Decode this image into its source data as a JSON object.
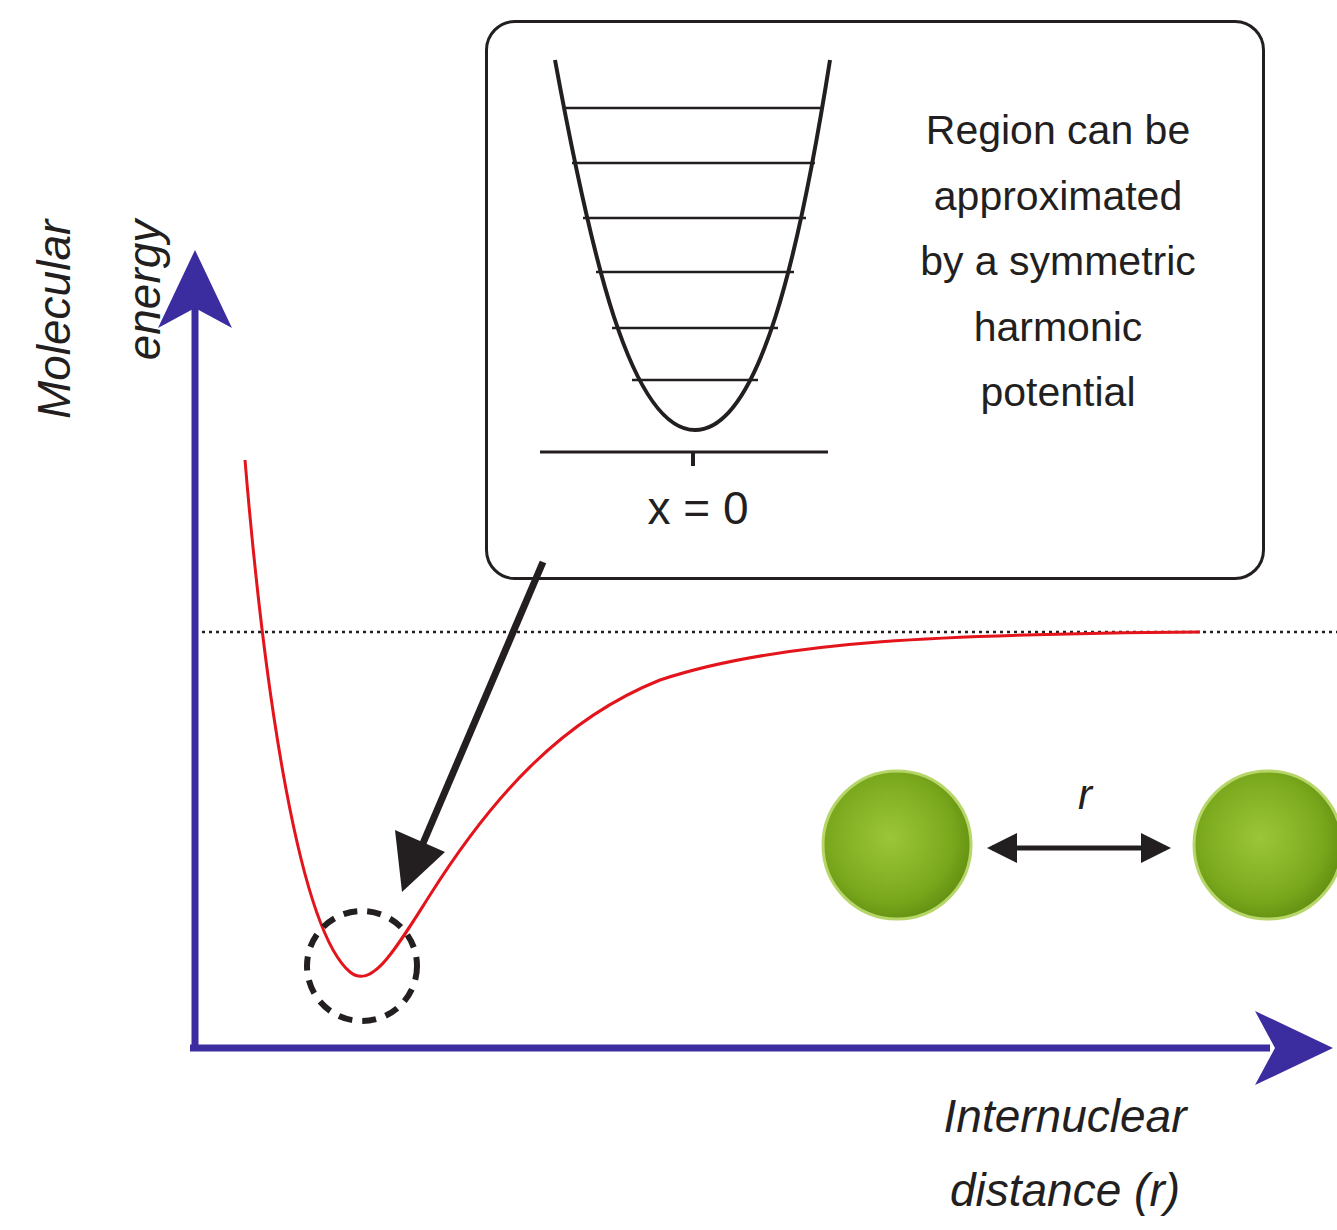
{
  "diagram": {
    "nodes": [
      {
        "text": [
          "x = 0",
          "Region can be approximated by a symmetric harmonic potential"
        ]
      }
    ],
    "labels": [
      "Molecular energy",
      "Internuclear distance (r)",
      "r"
    ]
  }
}
